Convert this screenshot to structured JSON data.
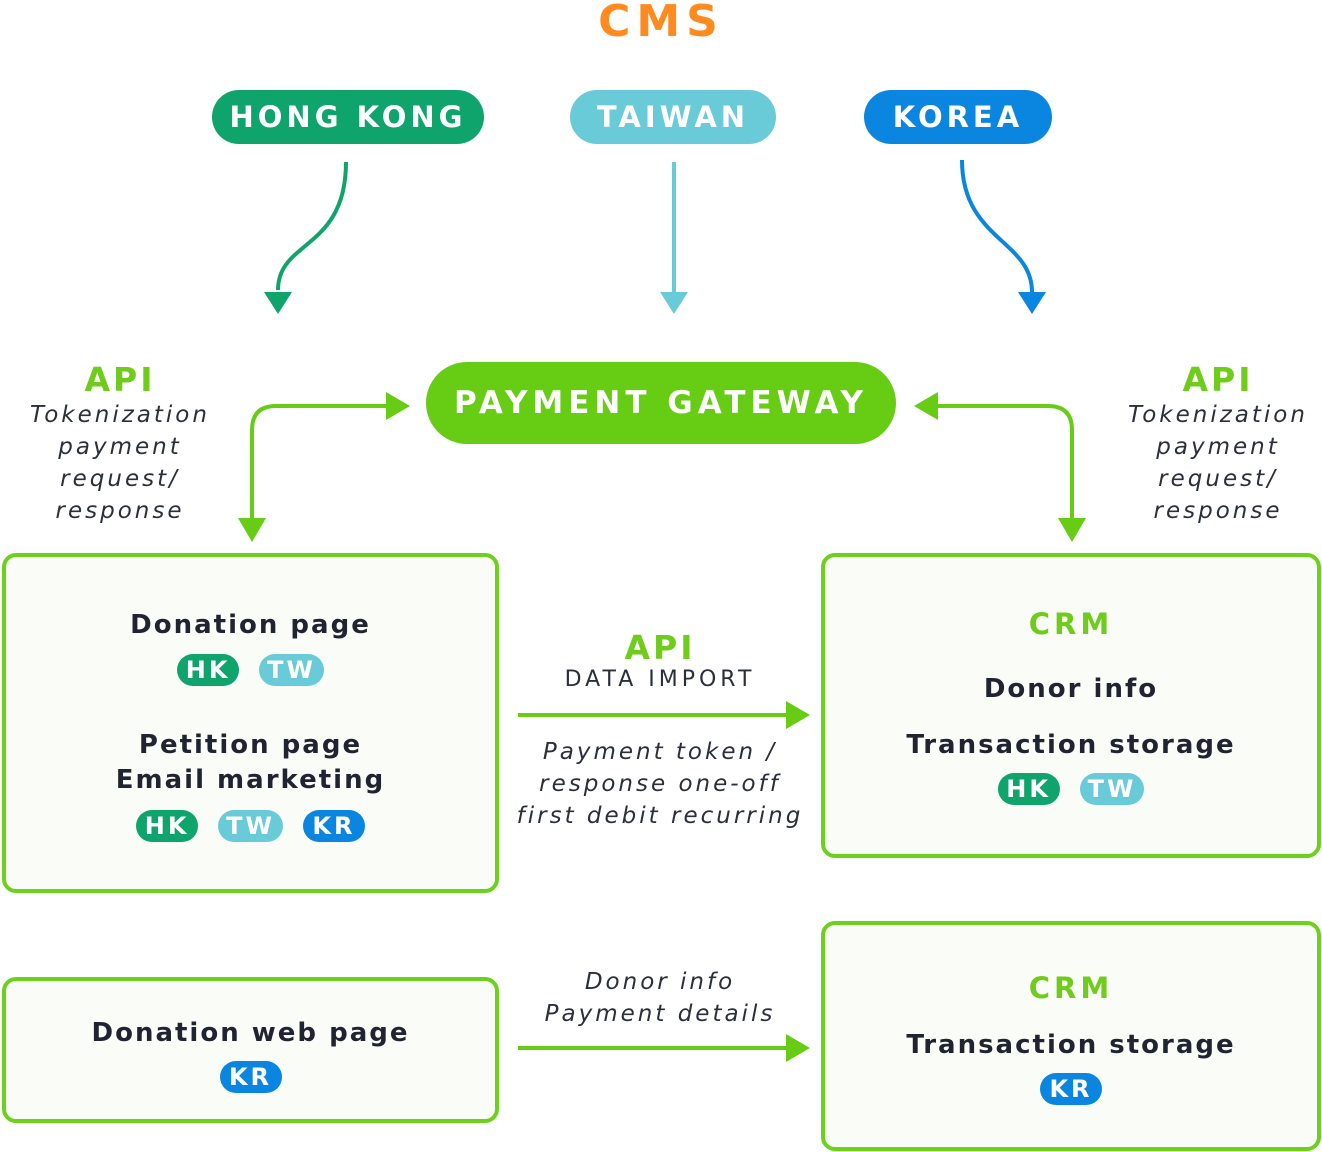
{
  "header": {
    "title": "CMS"
  },
  "regions": [
    {
      "label": "HONG KONG",
      "color": "#0ea46c"
    },
    {
      "label": "TAIWAN",
      "color": "#69cbd8"
    },
    {
      "label": "KOREA",
      "color": "#0b86e0"
    }
  ],
  "gateway": {
    "label": "PAYMENT GATEWAY",
    "color": "#66cc14"
  },
  "api_left": {
    "label": "API",
    "description": [
      "Tokenization",
      "payment",
      "request/",
      "response"
    ]
  },
  "api_right": {
    "label": "API",
    "description": [
      "Tokenization",
      "payment",
      "request/",
      "response"
    ]
  },
  "left_box": {
    "donation_page": "Donation page",
    "donation_tags": [
      "HK",
      "TW"
    ],
    "petition_page": "Petition page",
    "email_marketing": "Email marketing",
    "petition_tags": [
      "HK",
      "TW",
      "KR"
    ]
  },
  "middle_link": {
    "label": "API",
    "sublabel": "DATA IMPORT",
    "description": [
      "Payment token /",
      "response one-off",
      "first debit recurring"
    ]
  },
  "right_box": {
    "title": "CRM",
    "donor_info": "Donor info",
    "transaction_storage": "Transaction storage",
    "tags": [
      "HK",
      "TW"
    ]
  },
  "bottom_left_box": {
    "title": "Donation web page",
    "tags": [
      "KR"
    ]
  },
  "bottom_link": {
    "description": [
      "Donor info",
      "Payment details"
    ]
  },
  "bottom_right_box": {
    "title": "CRM",
    "transaction_storage": "Transaction storage",
    "tags": [
      "KR"
    ]
  },
  "colors": {
    "accent_green": "#66cc14",
    "cms_orange": "#ff8a1f",
    "hk_green": "#0ea46c",
    "tw_cyan": "#69cbd8",
    "kr_blue": "#0b86e0"
  }
}
